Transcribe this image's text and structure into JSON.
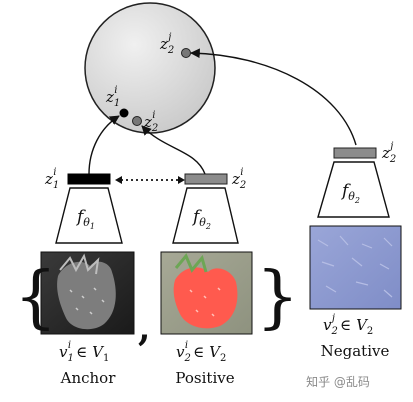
{
  "diagram": {
    "sphere_points": {
      "z1i": {
        "base": "z",
        "sub": "1",
        "sup": "i"
      },
      "z2i": {
        "base": "z",
        "sub": "2",
        "sup": "i"
      },
      "z2j": {
        "base": "z",
        "sub": "2",
        "sup": "j"
      }
    },
    "embedding_labels": {
      "anchor": {
        "base": "z",
        "sub": "1",
        "sup": "i"
      },
      "positive": {
        "base": "z",
        "sub": "2",
        "sup": "i"
      },
      "negative": {
        "base": "z",
        "sub": "2",
        "sup": "j"
      }
    },
    "encoders": {
      "anchor": {
        "base": "f",
        "sub": "θ",
        "subsub": "1"
      },
      "positive": {
        "base": "f",
        "sub": "θ",
        "subsub": "2"
      },
      "negative": {
        "base": "f",
        "sub": "θ",
        "subsub": "2"
      }
    },
    "views": {
      "anchor": {
        "base": "v",
        "sub": "1",
        "sup": "i",
        "rel": "∈",
        "set": "V",
        "set_sub": "1"
      },
      "positive": {
        "base": "v",
        "sub": "2",
        "sup": "i",
        "rel": "∈",
        "set": "V",
        "set_sub": "2"
      },
      "negative": {
        "base": "v",
        "sub": "2",
        "sup": "j",
        "rel": "∈",
        "set": "V",
        "set_sub": "2"
      }
    },
    "captions": {
      "anchor": "Anchor",
      "positive": "Positive",
      "negative": "Negative"
    },
    "separators": {
      "left_brace": "{",
      "comma": ",",
      "right_brace": "}"
    },
    "watermark": "知乎 @乱码",
    "colors": {
      "sphere_fill": "#dcdcdc",
      "anchor_bar": "#000000",
      "positive_bar": "#8c8c8c",
      "negative_bar": "#8c8c8c",
      "positive_image_tint": "#ff5a4e",
      "negative_image_tint": "#8f9fd6"
    }
  }
}
